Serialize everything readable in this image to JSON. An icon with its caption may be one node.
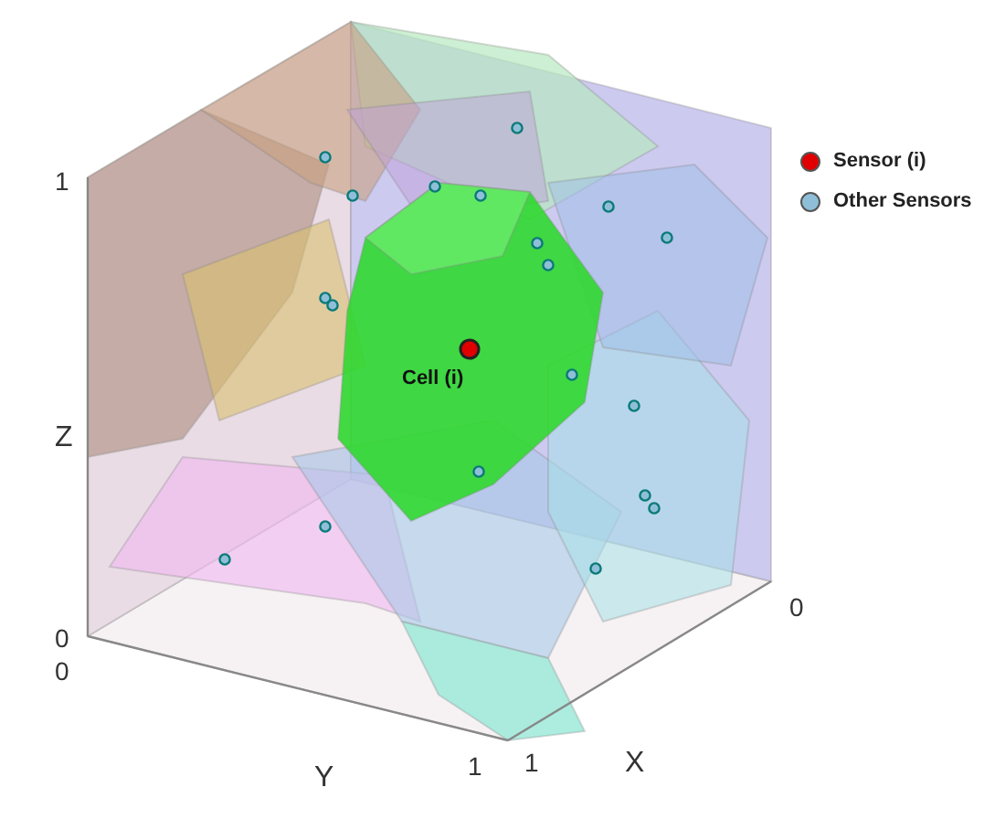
{
  "diagram": {
    "labels": [
      "1",
      "Z",
      "0",
      "0",
      "Y",
      "1",
      "1",
      "X",
      "0",
      "Cell (i)"
    ],
    "legend": [
      {
        "text": "Sensor (i)",
        "color": "#e00000"
      },
      {
        "text": "Other Sensors",
        "color": "#8fbfd8"
      }
    ]
  }
}
